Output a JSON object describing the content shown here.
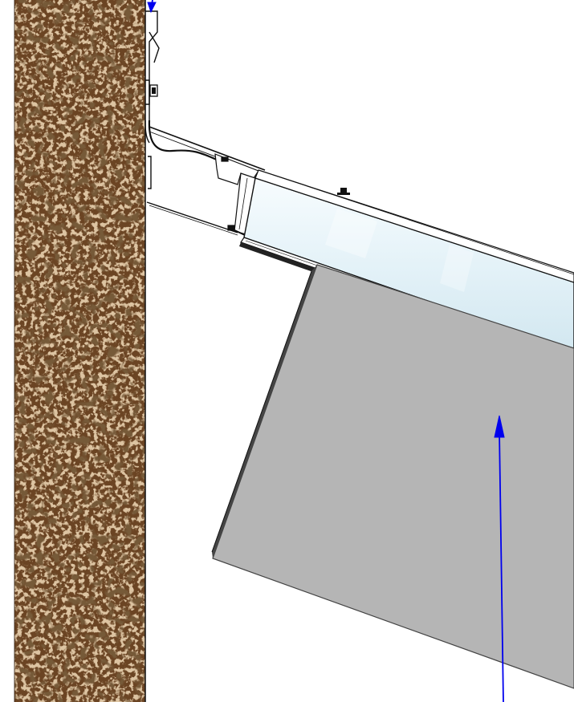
{
  "drawing": {
    "colors": {
      "background": "#ffffff",
      "wall_brown": "#6b4423",
      "wall_speckle_light": "#a57d52",
      "wall_speckle_dark": "#3b2410",
      "glass_light": "#eef7fb",
      "glass_mid": "#dcedf5",
      "panel_gray": "#b5b5b5",
      "panel_edge": "#555555",
      "outline": "#111111",
      "leader_arrow": "#0000ee"
    },
    "components": [
      "wall-section",
      "wall-bracket",
      "mounting-bolt",
      "cable",
      "roof-rafter",
      "gutter-profile",
      "glazing-panel",
      "awning-blind",
      "leader-arrow"
    ]
  }
}
